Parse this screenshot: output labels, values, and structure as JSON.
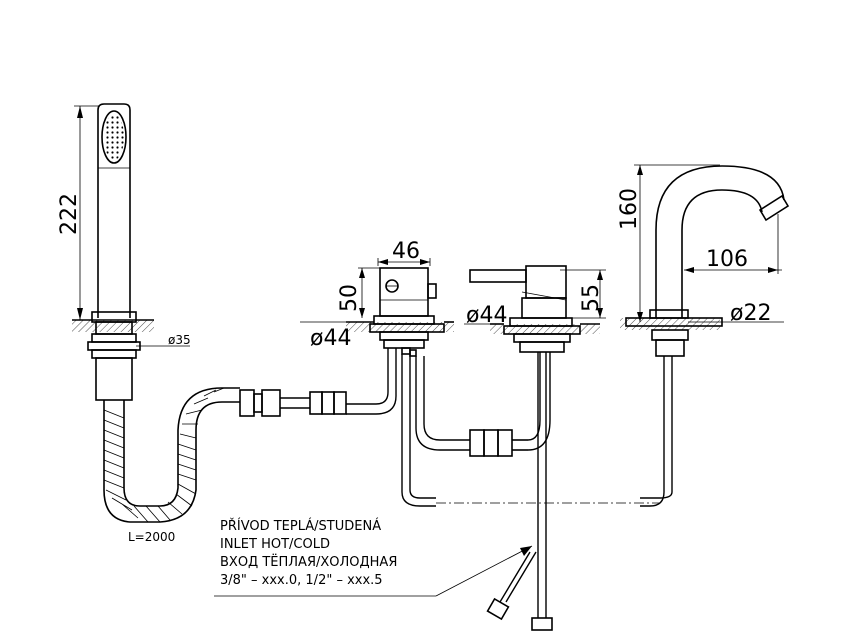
{
  "dimensions": {
    "handshower_height": "222",
    "handshower_diameter": "ø35",
    "hose_length": "L=2000",
    "diverter_width": "46",
    "diverter_height": "50",
    "diverter_diameter": "ø44",
    "mixer_diameter": "ø44",
    "mixer_height": "55",
    "spout_height": "160",
    "spout_reach": "106",
    "spout_diameter": "ø22"
  },
  "inlet_note": {
    "line1": "PŘÍVOD TEPLÁ/STUDENÁ",
    "line2": "INLET HOT/COLD",
    "line3": "ВХОД ТЁПЛАЯ/ХОЛОДНАЯ",
    "line4": "3/8\" – xxx.0, 1/2\" – xxx.5"
  }
}
